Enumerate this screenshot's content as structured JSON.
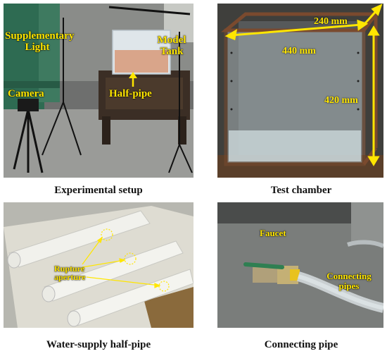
{
  "panels": [
    {
      "caption": "Experimental setup",
      "labels": {
        "supplementary_light_line1": "Supplementary",
        "supplementary_light_line2": "Light",
        "model_tank_line1": "Model",
        "model_tank_line2": "Tank",
        "camera": "Camera",
        "half_pipe": "Half-pipe"
      }
    },
    {
      "caption": "Test chamber",
      "dimensions": {
        "depth": "240 mm",
        "width": "440 mm",
        "height": "420 mm"
      }
    },
    {
      "caption": "Water-supply half-pipe",
      "labels": {
        "rupture_line1": "Rupture",
        "rupture_line2": "aperture"
      }
    },
    {
      "caption": "Connecting pipe",
      "labels": {
        "faucet": "Faucet",
        "connecting_line1": "Connecting",
        "connecting_line2": "pipes"
      }
    }
  ],
  "colors": {
    "annotation": "#ffe600",
    "caption_text": "#111111"
  }
}
